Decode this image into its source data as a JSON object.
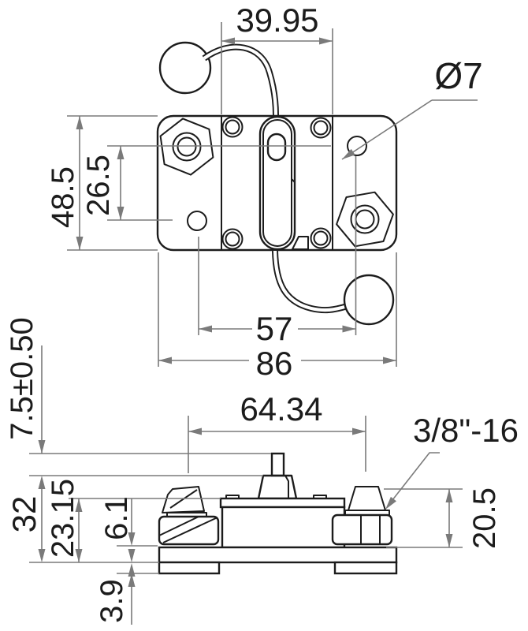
{
  "title": "circuit-breaker-dimension-drawing",
  "colors": {
    "line": "#1c1c1c",
    "dimension": "#7a7a7a",
    "background": "#ffffff"
  },
  "top_view": {
    "panel_width": "39.95",
    "hole_diameter": "Ø7",
    "body_height": "48.5",
    "hole_vertical_spacing": "26.5",
    "hole_horizontal_spacing": "57",
    "body_width": "86"
  },
  "side_view": {
    "stud_spacing": "64.34",
    "thread_size": "3/8\"-16",
    "stem_height": "7.5±0.50",
    "total_height": "32",
    "mount_height": "23.15",
    "base_step_height": "6.1",
    "feet_height": "3.9",
    "stud_height": "20.5"
  }
}
